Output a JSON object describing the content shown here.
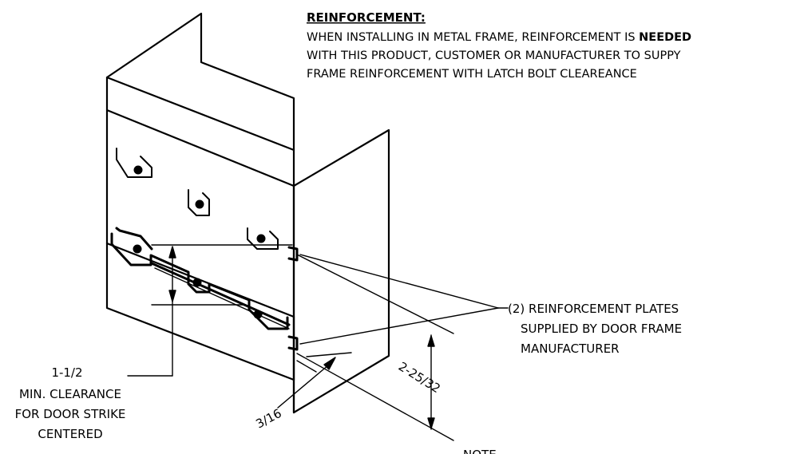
{
  "note": {
    "title": "REINFORCEMENT:",
    "line1_prefix": "WHEN INSTALLING IN METAL FRAME, REINFORCEMENT IS ",
    "line1_emphasis": "NEEDED",
    "line2": "WITH THIS PRODUCT, CUSTOMER OR MANUFACTURER TO SUPPY",
    "line3": "FRAME REINFORCEMENT WITH LATCH BOLT CLEAREANCE"
  },
  "plates_callout": {
    "line1": "(2) REINFORCEMENT PLATES",
    "line2": "SUPPLIED BY DOOR FRAME",
    "line3": "MANUFACTURER"
  },
  "clearance_callout": {
    "line1": "1-1/2",
    "line2": "MIN. CLEARANCE",
    "line3": "FOR DOOR STRIKE",
    "line4": "CENTERED"
  },
  "dimensions": {
    "height": "2-25/32",
    "offset": "3/16"
  },
  "bottom_note": "NOTE"
}
